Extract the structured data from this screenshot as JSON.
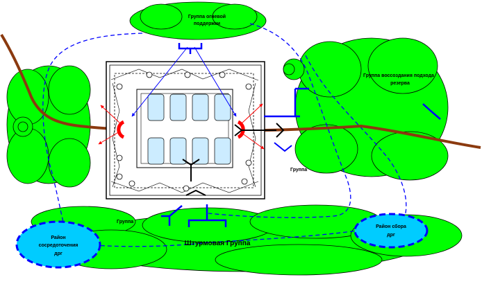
{
  "labels": {
    "fire_support_group_l1": "Группа огневой",
    "fire_support_group_l2": "поддержки",
    "reserve_group_l1": "Группа воссоздания подхода",
    "reserve_group_l2": "резерва",
    "group_right": "Группа",
    "group_left": "Группа",
    "assault_group": "Штурмовая Группа",
    "concentration_area_l1": "Район",
    "concentration_area_l2": "сосредоточения",
    "concentration_area_l3": "дрг",
    "assembly_area_l1": "Район сбора",
    "assembly_area_l2": "дрг"
  },
  "colors": {
    "vegetation": "#00ff00",
    "road": "#8b3a0f",
    "area_fill": "#00ccff",
    "area_border": "#0000ff",
    "building_window": "#ccecff",
    "unit_blue": "#0000ff",
    "unit_red": "#ff0000",
    "arrow_red": "#ff0000",
    "arrow_blue": "#0000ff"
  }
}
